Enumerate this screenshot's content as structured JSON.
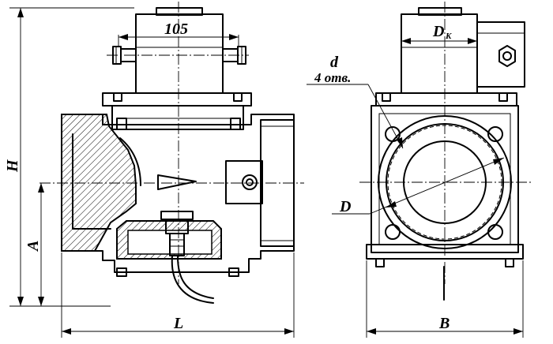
{
  "labels": {
    "dim_105": "105",
    "dim_dk_main": "D",
    "dim_dk_sub": "K",
    "dim_d": "d",
    "holes": "4 отв.",
    "dim_D": "D",
    "dim_H": "H",
    "dim_A": "A",
    "dim_L": "L",
    "dim_B": "B"
  }
}
